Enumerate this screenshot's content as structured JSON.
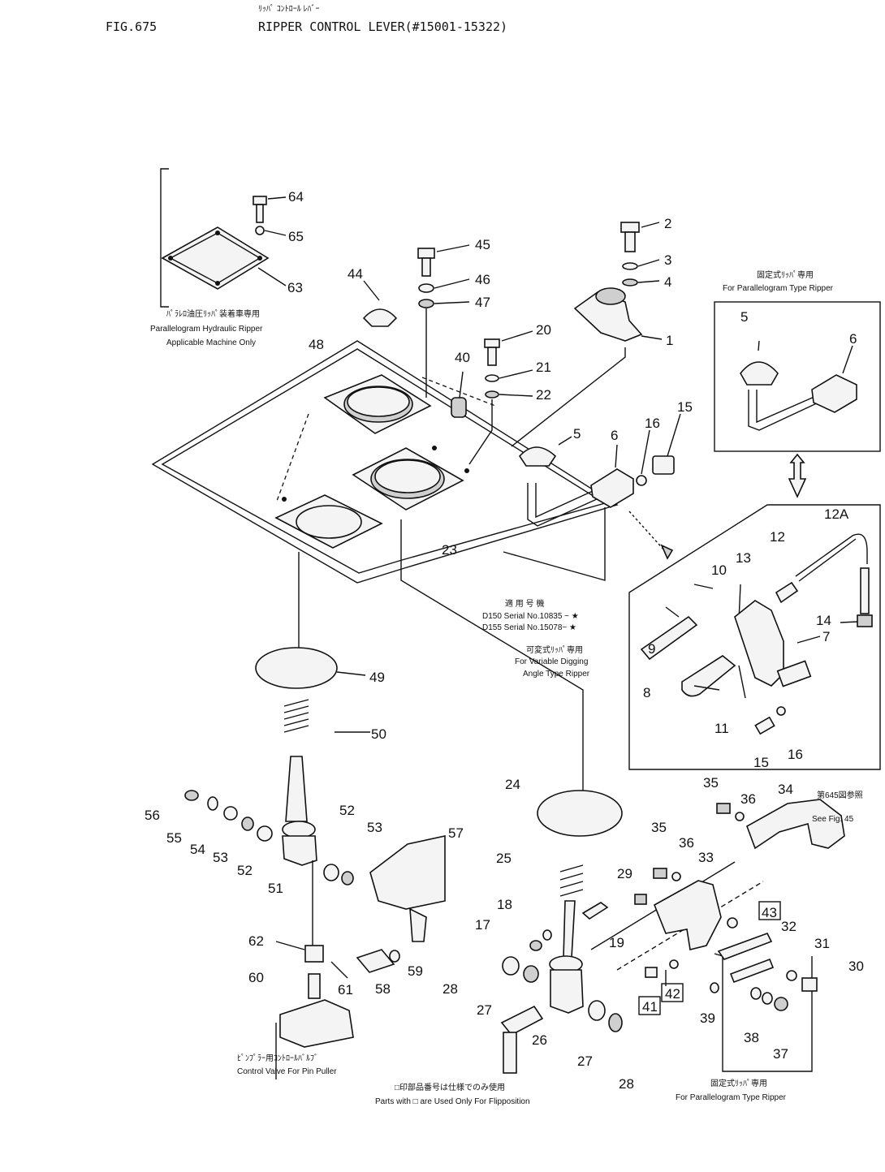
{
  "header": {
    "fig_no": "FIG.675",
    "title_jp": "ﾘｯﾊﾟ ｺﾝﾄﾛｰﾙ ﾚﾊﾞｰ",
    "title": "RIPPER CONTROL LEVER(#15001-15322)"
  },
  "notes": {
    "inset_hydraulic_jp": "ﾊﾟﾗﾚﾛ油圧ﾘｯﾊﾟ装着車専用",
    "inset_hydraulic_l1": "Parallelogram Hydraulic Ripper",
    "inset_hydraulic_l2": "Applicable Machine Only",
    "inset_para_jp": "固定式ﾘｯﾊﾟ専用",
    "inset_para": "For Parallelogram Type Ripper",
    "serial_jp": "適 用 号 機",
    "serial_l1": "D150 Serial No.10835 ~ ★",
    "serial_l2": "D155 Serial No.15078~ ★",
    "variable_jp": "可変式ﾘｯﾊﾟ専用",
    "variable_l1": "For Variable Digging",
    "variable_l2": "Angle Type Ripper",
    "see_fig_jp": "第645図参照",
    "see_fig": "See Fig. 45",
    "pin_puller_jp": "ﾋﾟﾝﾌﾟﾗｰ用ｺﾝﾄﾛｰﾙﾊﾞﾙﾌﾞ",
    "pin_puller": "Control Valve For Pin Puller",
    "position_jp": "□印部品番号は仕様でのみ使用",
    "position": "Parts with □ are Used Only For Flipposition",
    "para_bottom_jp": "固定式ﾘｯﾊﾟ専用",
    "para_bottom": "For Parallelogram Type Ripper"
  },
  "labels": [
    "64",
    "65",
    "63",
    "45",
    "46",
    "47",
    "44",
    "48",
    "2",
    "3",
    "4",
    "1",
    "20",
    "21",
    "22",
    "40",
    "5",
    "6",
    "16",
    "15",
    "23",
    "5",
    "6",
    "12A",
    "12",
    "13",
    "10",
    "14",
    "9",
    "7",
    "8",
    "11",
    "16",
    "15",
    "49",
    "50",
    "56",
    "55",
    "54",
    "53",
    "52",
    "51",
    "52",
    "53",
    "57",
    "62",
    "60",
    "61",
    "58",
    "59",
    "24",
    "25",
    "18",
    "17",
    "19",
    "29",
    "28",
    "27",
    "26",
    "27",
    "28",
    "35",
    "36",
    "34",
    "35",
    "36",
    "33",
    "43",
    "32",
    "31",
    "30",
    "41",
    "42",
    "39",
    "38",
    "37"
  ],
  "boxed_labels": [
    "43",
    "41",
    "42"
  ]
}
